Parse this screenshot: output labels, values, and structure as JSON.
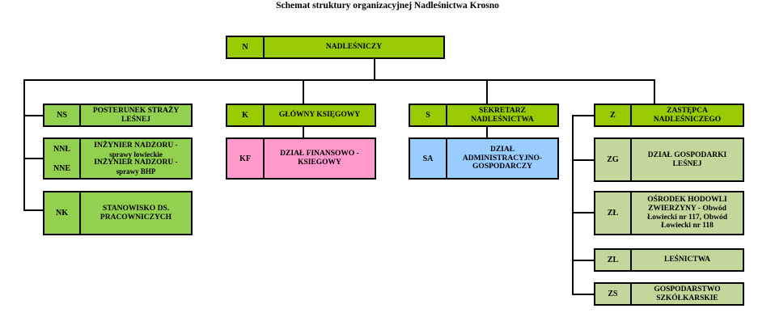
{
  "title": "Schemat struktury organizacyjnej Nadleśnictwa Krosno",
  "colors": {
    "head": "#99cc00",
    "ns_branch": "#92d050",
    "finance": "#ff99cc",
    "admin": "#99ccff",
    "deputy_branch": "#c4d79b"
  },
  "root": {
    "code": "N",
    "name": "NADLEŚNICZY"
  },
  "ns": {
    "code": "NS",
    "name": [
      "POSTERUNEK STRAŻY",
      "LEŚNEJ"
    ]
  },
  "nnl": {
    "code1": "NNŁ",
    "code2": "NNE",
    "lines": [
      "INŻYNIER NADZORU -",
      "sprawy łowieckie",
      "INŻYNIER NADZORU -",
      "sprawy BHP"
    ]
  },
  "nk": {
    "code": "NK",
    "name": [
      "STANOWISKO DS.",
      "PRACOWNICZYCH"
    ]
  },
  "k": {
    "code": "K",
    "name": "GŁÓWNY KSIĘGOWY"
  },
  "kf": {
    "code": "KF",
    "name": [
      "DZIAŁ FINANSOWO -",
      "KSIEGOWY"
    ]
  },
  "s": {
    "code": "S",
    "name": [
      "SEKRETARZ",
      "NADLEŚNICTWA"
    ]
  },
  "sa": {
    "code": "SA",
    "name": [
      "DZIAŁ",
      "ADMINISTRACYJNO-",
      "GOSPODARCZY"
    ]
  },
  "z": {
    "code": "Z",
    "name": [
      "ZASTĘPCA",
      "NADLEŚNICZEGO"
    ]
  },
  "zg": {
    "code": "ZG",
    "name": [
      "DZIAŁ GOSPODARKI",
      "LEŚNEJ"
    ]
  },
  "zl_hod": {
    "code": "ZŁ",
    "name": [
      "OŚRODEK HODOWLI",
      "ZWIERZYNY - Obwód",
      "Łowiecki nr 117, Obwód",
      "Łowiecki nr 118"
    ]
  },
  "zl": {
    "code": "ZL",
    "name": "LEŚNICTWA"
  },
  "zs": {
    "code": "ZS",
    "name": [
      "GOSPODARSTWO",
      "SZKÓŁKARSKIE"
    ]
  }
}
